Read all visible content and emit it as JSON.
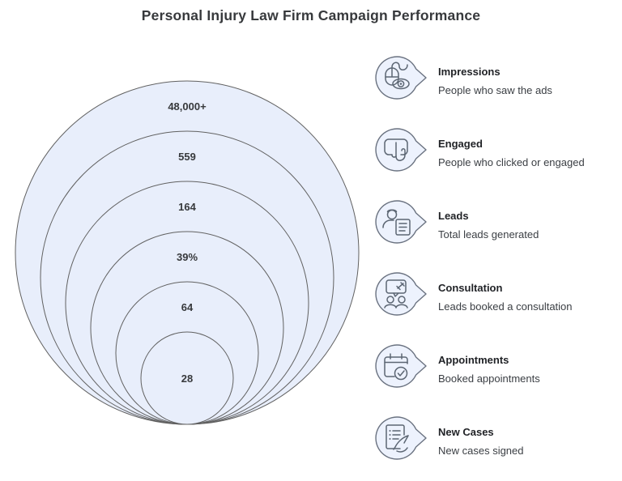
{
  "title": "Personal Injury Law Firm Campaign Performance",
  "chart_data": {
    "type": "funnel",
    "subtype": "nested-tangent-circles",
    "title": "Personal Injury Law Firm Campaign Performance",
    "circle_fill": "#e8eefb",
    "circle_stroke": "#616161",
    "value_color": "#37393c",
    "legend_position": "right",
    "stages": [
      {
        "value": "48,000+",
        "label": "Impressions",
        "description": "People who saw the ads",
        "icon": "mouse-eye-icon"
      },
      {
        "value": "559",
        "label": "Engaged",
        "description": "People who clicked or engaged",
        "icon": "tap-button-icon"
      },
      {
        "value": "164",
        "label": "Leads",
        "description": "Total leads generated",
        "icon": "person-document-icon"
      },
      {
        "value": "39%",
        "label": "Consultation",
        "description": "Leads booked a consultation",
        "icon": "people-gavel-icon"
      },
      {
        "value": "64",
        "label": "Appointments",
        "description": "Booked appointments",
        "icon": "calendar-check-icon"
      },
      {
        "value": "28",
        "label": "New Cases",
        "description": "New cases signed",
        "icon": "document-sign-icon"
      }
    ]
  }
}
